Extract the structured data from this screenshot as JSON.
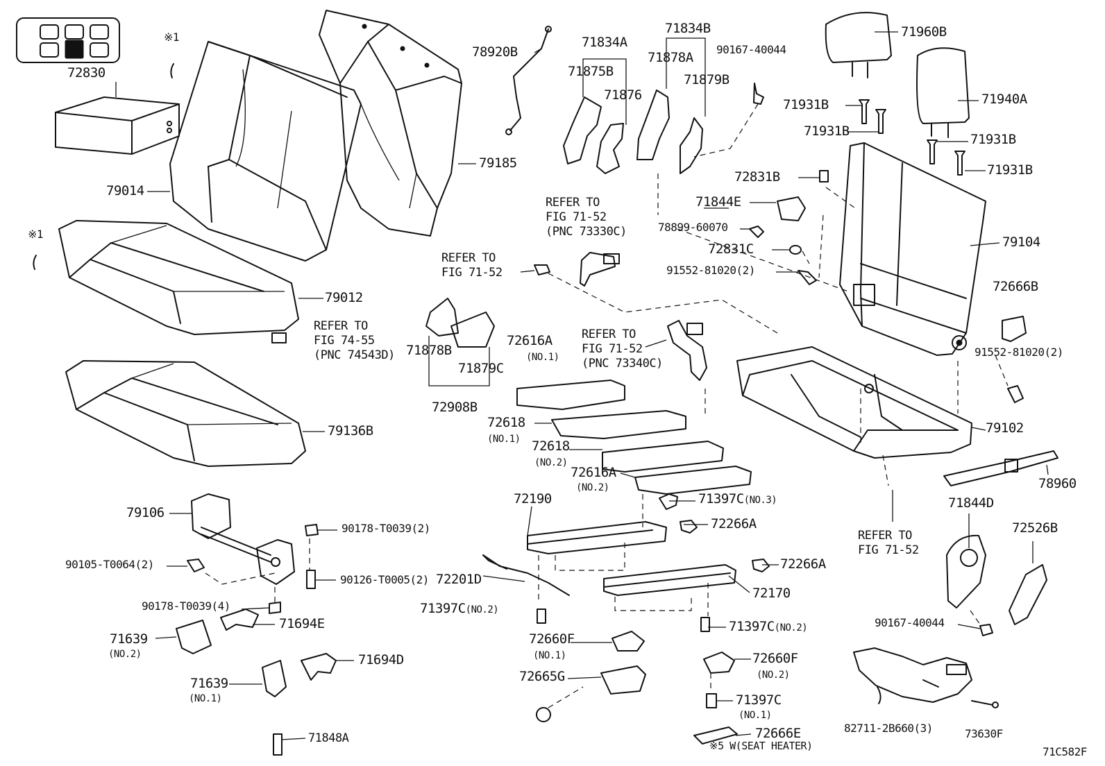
{
  "figure_code": "71C582F",
  "footnote": "※5  W(SEAT HEATER)",
  "note_marks": [
    "※1",
    "※1"
  ],
  "refer_notes": [
    "REFER TO\nFIG 71-52\n(PNC 73330C)",
    "REFER TO\nFIG 71-52",
    "REFER TO\nFIG 74-55\n(PNC 74543D)",
    "REFER TO\nFIG 71-52\n(PNC 73340C)",
    "REFER TO\nFIG 71-52"
  ],
  "parts": [
    {
      "pnc": "72830"
    },
    {
      "pnc": "79014"
    },
    {
      "pnc": "79012"
    },
    {
      "pnc": "79136B"
    },
    {
      "pnc": "79185"
    },
    {
      "pnc": "78920B"
    },
    {
      "pnc": "71834A"
    },
    {
      "pnc": "71875B"
    },
    {
      "pnc": "71876"
    },
    {
      "pnc": "71834B"
    },
    {
      "pnc": "71878A"
    },
    {
      "pnc": "71879B"
    },
    {
      "pnc": "90167-40044"
    },
    {
      "pnc": "71960B"
    },
    {
      "pnc": "71940A"
    },
    {
      "pnc": "71931B"
    },
    {
      "pnc": "71931B"
    },
    {
      "pnc": "71931B"
    },
    {
      "pnc": "71931B"
    },
    {
      "pnc": "72831B"
    },
    {
      "pnc": "71844E"
    },
    {
      "pnc": "78899-60070"
    },
    {
      "pnc": "72831C"
    },
    {
      "pnc": "91552-81020",
      "qty": "(2)"
    },
    {
      "pnc": "79104"
    },
    {
      "pnc": "72666B"
    },
    {
      "pnc": "91552-81020",
      "qty": "(2)"
    },
    {
      "pnc": "71878B"
    },
    {
      "pnc": "71879C"
    },
    {
      "pnc": "72908B"
    },
    {
      "pnc": "72616A",
      "note": "(NO.1)"
    },
    {
      "pnc": "72618",
      "note": "(NO.1)"
    },
    {
      "pnc": "72618",
      "note": "(NO.2)"
    },
    {
      "pnc": "72616A",
      "note": "(NO.2)"
    },
    {
      "pnc": "79102"
    },
    {
      "pnc": "78960"
    },
    {
      "pnc": "71397C",
      "note": "(NO.3)"
    },
    {
      "pnc": "72266A"
    },
    {
      "pnc": "72190"
    },
    {
      "pnc": "72201D"
    },
    {
      "pnc": "71397C",
      "note": "(NO.2)"
    },
    {
      "pnc": "72266A"
    },
    {
      "pnc": "72170"
    },
    {
      "pnc": "71397C",
      "note": "(NO.2)"
    },
    {
      "pnc": "72660F",
      "note": "(NO.1)"
    },
    {
      "pnc": "72660F",
      "note": "(NO.2)"
    },
    {
      "pnc": "72665G"
    },
    {
      "pnc": "71397C",
      "note": "(NO.1)"
    },
    {
      "pnc": "72666E"
    },
    {
      "pnc": "79106"
    },
    {
      "pnc": "90178-T0039",
      "qty": "(2)"
    },
    {
      "pnc": "90105-T0064",
      "qty": "(2)"
    },
    {
      "pnc": "90126-T0005",
      "qty": "(2)"
    },
    {
      "pnc": "90178-T0039",
      "qty": "(4)"
    },
    {
      "pnc": "71694E"
    },
    {
      "pnc": "71639",
      "note": "(NO.2)"
    },
    {
      "pnc": "71694D"
    },
    {
      "pnc": "71639",
      "note": "(NO.1)"
    },
    {
      "pnc": "71848A"
    },
    {
      "pnc": "71844D"
    },
    {
      "pnc": "72526B"
    },
    {
      "pnc": "90167-40044"
    },
    {
      "pnc": "82711-2B660",
      "qty": "(3)"
    },
    {
      "pnc": "73630F"
    }
  ]
}
